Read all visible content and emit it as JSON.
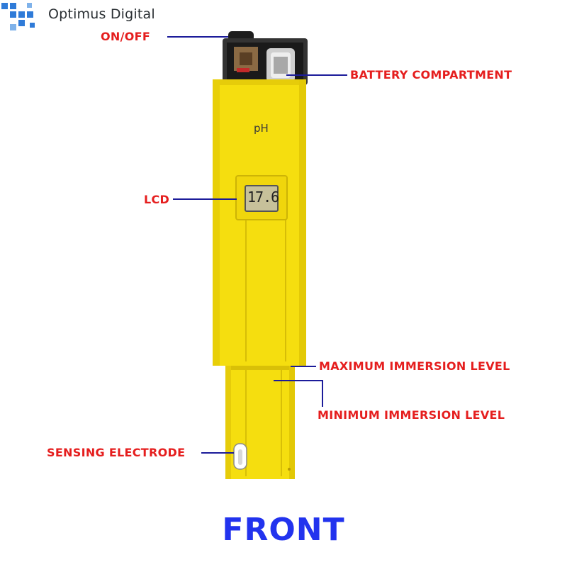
{
  "brand": {
    "name": "Optimus Digital",
    "logo_color": "#2f7bd8"
  },
  "device": {
    "label": "pH",
    "lcd_reading": "17.6",
    "body_color": "#f5de0f",
    "cap_color": "#2a2a2a"
  },
  "callouts": {
    "on_off": "ON/OFF",
    "battery": "BATTERY COMPARTMENT",
    "lcd": "LCD",
    "max_immersion": "MAXIMUM IMMERSION LEVEL",
    "min_immersion": "MINIMUM IMMERSION LEVEL",
    "sensing": "SENSING ELECTRODE",
    "label_color": "#e51e1e",
    "line_color": "#1c1c9a"
  },
  "caption": {
    "text": "FRONT",
    "color": "#2233ee"
  }
}
